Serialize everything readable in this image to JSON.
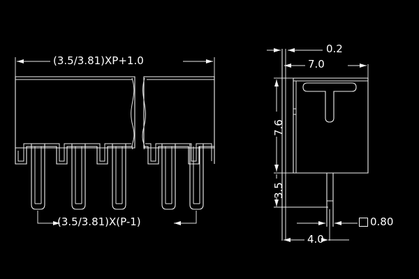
{
  "drawing": {
    "title": "Terminal Block Connector Outline Drawing",
    "background_color": "#000000",
    "line_color": "#f2f2f2",
    "views": [
      {
        "name": "front-view",
        "position": "left",
        "pin_count": 5,
        "has_break_line": true
      },
      {
        "name": "side-view",
        "position": "right"
      }
    ]
  },
  "dimensions": {
    "front_top": {
      "label": "front-overall-length",
      "text": "(3.5/3.81)XP+1.0"
    },
    "front_bottom": {
      "label": "pin-span",
      "text": "(3.5/3.81)X(P-1)"
    },
    "side_top_small": {
      "label": "top-step-height",
      "text": "0.2"
    },
    "side_top_width": {
      "label": "body-width",
      "text": "7.0"
    },
    "side_body_height": {
      "label": "body-height",
      "text": "7.6"
    },
    "side_pin_length": {
      "label": "pin-length-below-body",
      "text": "3.5"
    },
    "side_bottom_offset": {
      "label": "pin-offset-from-back",
      "text": "4.0"
    },
    "pin_section": {
      "label": "square-pin-size",
      "symbol": "□",
      "text": "0.80"
    }
  }
}
